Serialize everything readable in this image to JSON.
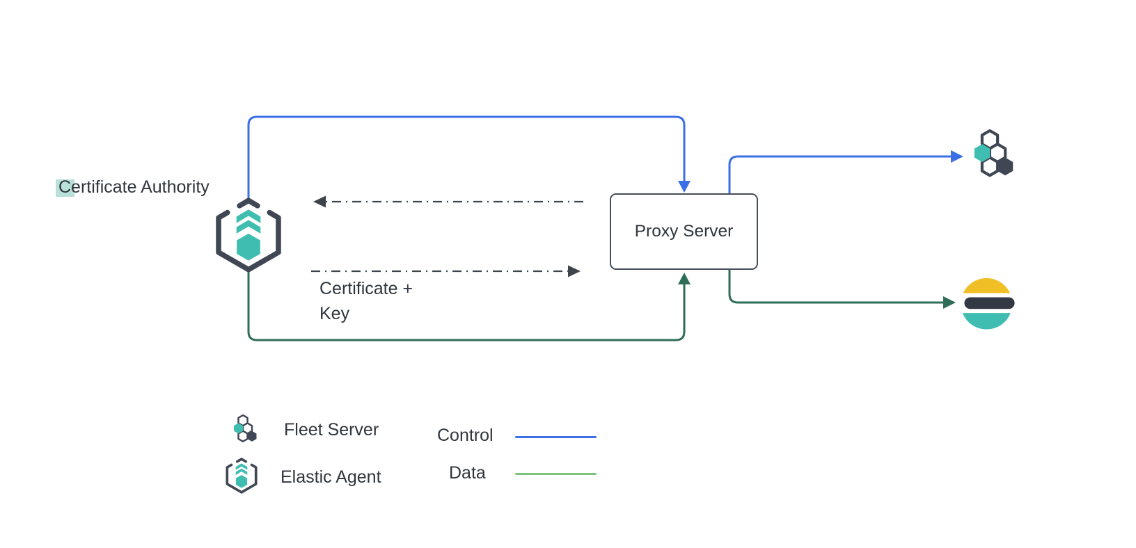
{
  "diagram": {
    "certificate_authority": "Certificate Authority",
    "proxy_server": "Proxy Server",
    "certificate_key": {
      "line1": "Certificate +",
      "line2": "Key"
    }
  },
  "legend": {
    "fleet_server": "Fleet Server",
    "elastic_agent": "Elastic Agent",
    "control": "Control",
    "data": "Data"
  },
  "icons": {
    "agent": "elastic-agent-icon",
    "fleet": "fleet-server-icon",
    "elasticsearch": "elasticsearch-icon"
  },
  "colors": {
    "control_blue": "#3b6fe6",
    "data_green": "#2e6d58",
    "legend_data_green": "#7cc47e",
    "elastic_teal": "#3fbdb1",
    "elastic_yellow": "#f0bf26",
    "dark_slate": "#404754",
    "arrow_gray": "#3e444c",
    "text_dark": "#2f353c",
    "highlight_teal": "#93cfc6",
    "proxy_border": "#454d5a"
  }
}
